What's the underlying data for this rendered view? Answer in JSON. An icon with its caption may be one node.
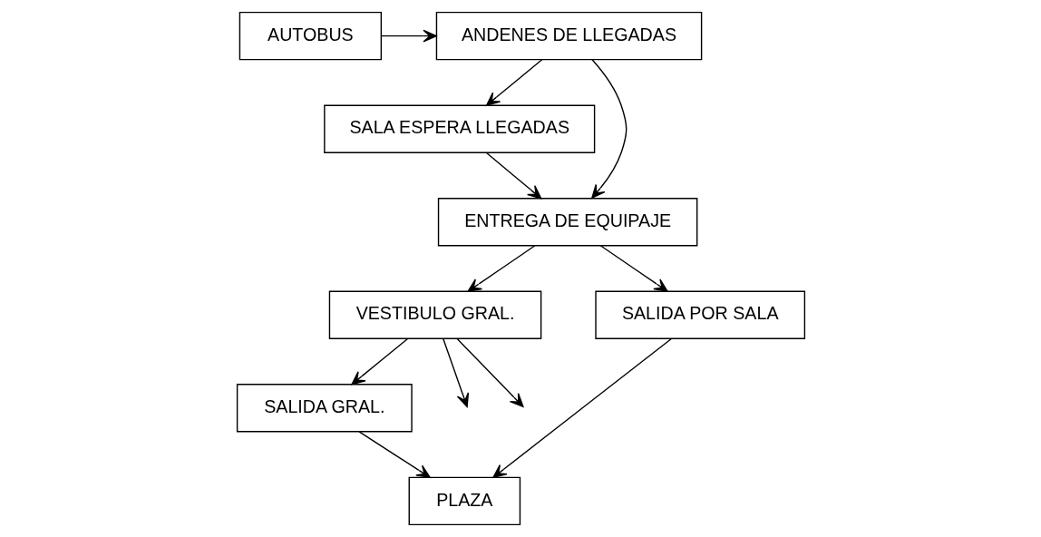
{
  "diagram": {
    "nodes": [
      {
        "text": [
          "AUTOBUS"
        ]
      },
      {
        "text": [
          "ANDENES DE LLEGADAS"
        ]
      },
      {
        "text": [
          "SALA ESPERA LLEGADAS"
        ]
      },
      {
        "text": [
          "VESTIBULO GRAL."
        ]
      },
      {
        "text": [
          "ENTREGA DE EQUIPAJE"
        ]
      },
      {
        "text": [
          "SALIDA POR SALA"
        ]
      },
      {
        "text": [
          "SALIDA GRAL."
        ]
      },
      {
        "text": [
          "PLAZA"
        ]
      }
    ],
    "edges": [
      {
        "from": 0,
        "to": 1,
        "arrow": "to"
      },
      {
        "from": 1,
        "to": 2,
        "arrow": "to"
      },
      {
        "from": 1,
        "to": 4,
        "arrow": "to"
      },
      {
        "from": 2,
        "to": 4,
        "arrow": "to"
      },
      {
        "from": 4,
        "to": 3,
        "arrow": "to"
      },
      {
        "from": 3,
        "to": null,
        "arrow": "to"
      },
      {
        "from": 3,
        "to": null,
        "arrow": "to"
      },
      {
        "from": 3,
        "to": 6,
        "arrow": "to"
      },
      {
        "from": 4,
        "to": 5,
        "arrow": "to"
      },
      {
        "from": 6,
        "to": 7,
        "arrow": "to"
      },
      {
        "from": 5,
        "to": 7,
        "arrow": "to"
      }
    ]
  }
}
